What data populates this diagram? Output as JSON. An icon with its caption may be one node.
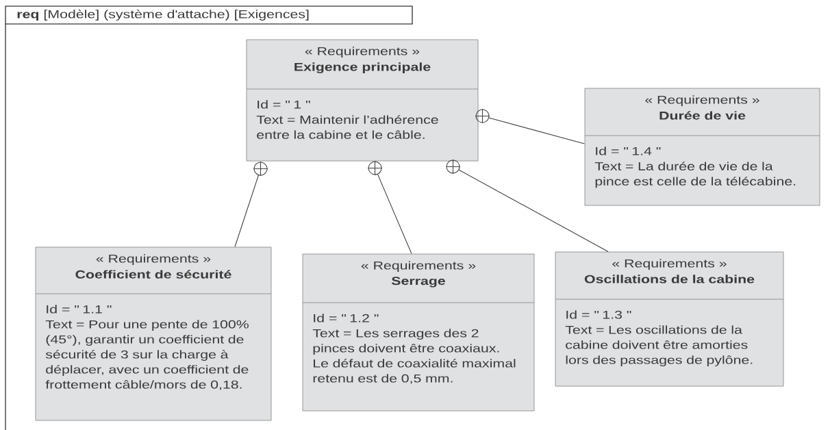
{
  "diagram": {
    "title": "**req** [Modèle] (système d'attache) [Exigences]",
    "nodes": [
      {
        "text": [
          "« Requirements »",
          "Exigence principale",
          "Id = \" 1 \"",
          "Text = Maintenir l’adhérence entre la cabine et le câble."
        ]
      },
      {
        "text": [
          "« Requirements »",
          "Durée de vie",
          "Id = \" 1.4 \"",
          "Text = La durée de vie de la pince est celle de la télécabine."
        ]
      },
      {
        "text": [
          "« Requirements »",
          "Coefficient de sécurité",
          "Id = \" 1.1 \"",
          "Text = Pour une pente de 100% (45°), garantir un coefficient de sécurité de 3 sur la charge à déplacer, avec un coefficient de frottement câble/mors de 0,18."
        ]
      },
      {
        "text": [
          "« Requirements »",
          "Serrage",
          "Id = \" 1.2 \"",
          "Text = Les serrages des 2 pinces doivent être coaxiaux. Le défaut de coaxialité maximal retenu est de 0,5 mm."
        ]
      },
      {
        "text": [
          "« Requirements »",
          "Oscillations de la cabine",
          "Id = \" 1.3 \"",
          "Text = Les oscillations de la cabine doivent être amorties lors des passages de pylône."
        ]
      }
    ],
    "edges": [
      {
        "from": 0,
        "to": 1,
        "arrow": "other"
      },
      {
        "from": 0,
        "to": 2,
        "arrow": "other"
      },
      {
        "from": 0,
        "to": 3,
        "arrow": "other"
      },
      {
        "from": 0,
        "to": 4,
        "arrow": "other"
      }
    ]
  }
}
